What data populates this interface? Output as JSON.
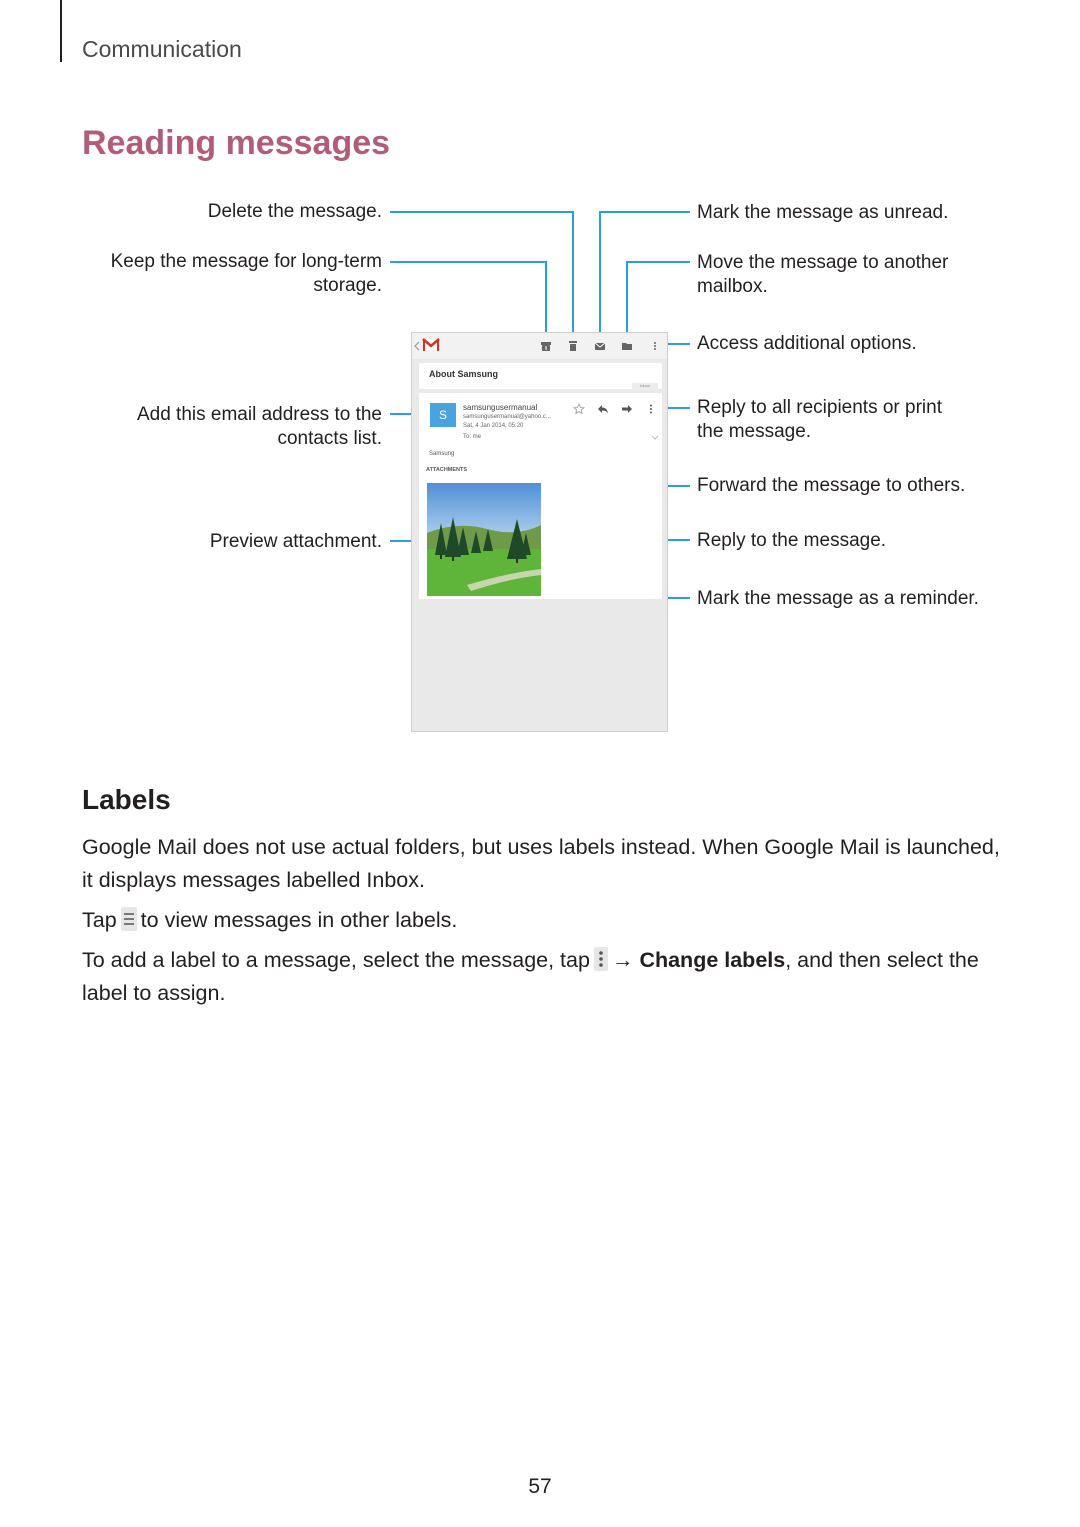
{
  "header": {
    "section": "Communication"
  },
  "title": "Reading messages",
  "callouts_left": {
    "delete": "Delete the message.",
    "archive": "Keep the message for long-term storage.",
    "add_contact": "Add this email address to the contacts list.",
    "preview": "Preview attachment."
  },
  "callouts_right": {
    "unread": "Mark the message as unread.",
    "move": "Move the message to another mailbox.",
    "options": "Access additional options.",
    "reply_all": "Reply to all recipients or print the message.",
    "forward": "Forward the message to others.",
    "reply": "Reply to the message.",
    "reminder": "Mark the message as a reminder."
  },
  "phone": {
    "subject": "About Samsung",
    "label_chip": "Inbox",
    "avatar_letter": "S",
    "sender": "samsungusermanual",
    "sender_email": "samsungusermanual@yahoo.c...",
    "date": "Sat, 4 Jan 2014, 05:20",
    "to": "To: me",
    "body": "Samsung",
    "attachments_heading": "ATTACHMENTS"
  },
  "labels": {
    "heading": "Labels",
    "para1": "Google Mail does not use actual folders, but uses labels instead. When Google Mail is launched, it displays messages labelled Inbox.",
    "para2_pre": "Tap",
    "para2_post": "to view messages in other labels.",
    "para3_pre": "To add a label to a message, select the message, tap",
    "para3_arrow": "→",
    "para3_bold": "Change labels",
    "para3_post": ", and then select the label to assign."
  },
  "icons": {
    "menu": "menu-lines-icon",
    "more": "more-vertical-icon"
  },
  "colors": {
    "title": "#b05d7a",
    "leader": "#2a9fd6"
  },
  "page_number": "57"
}
